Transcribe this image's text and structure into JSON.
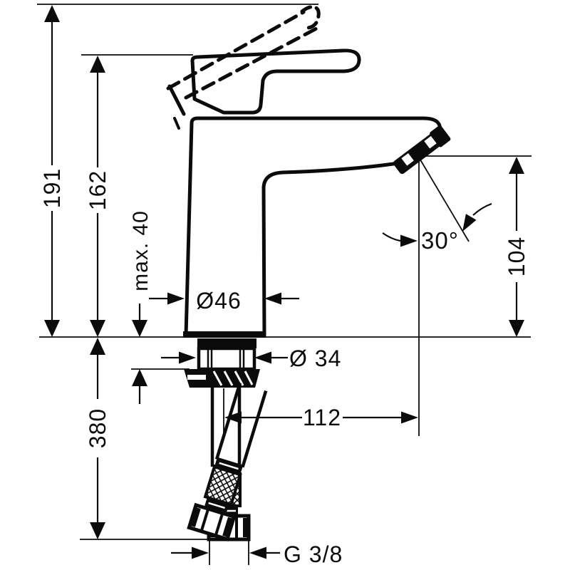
{
  "page": {
    "background_color": "#ffffff",
    "line_color": "#0b0b0b"
  },
  "drawing": {
    "type": "technical-dimension-drawing",
    "labels": {
      "overall_height": "191",
      "spout_height": "162",
      "max_mounting_thickness": "max. 40",
      "body_diameter": "Ø46",
      "shank_diameter": "Ø 34",
      "spout_angle": "30°",
      "aerator_height": "104",
      "hose_length": "380",
      "spout_reach": "112",
      "connection_thread": "G 3/8"
    }
  }
}
